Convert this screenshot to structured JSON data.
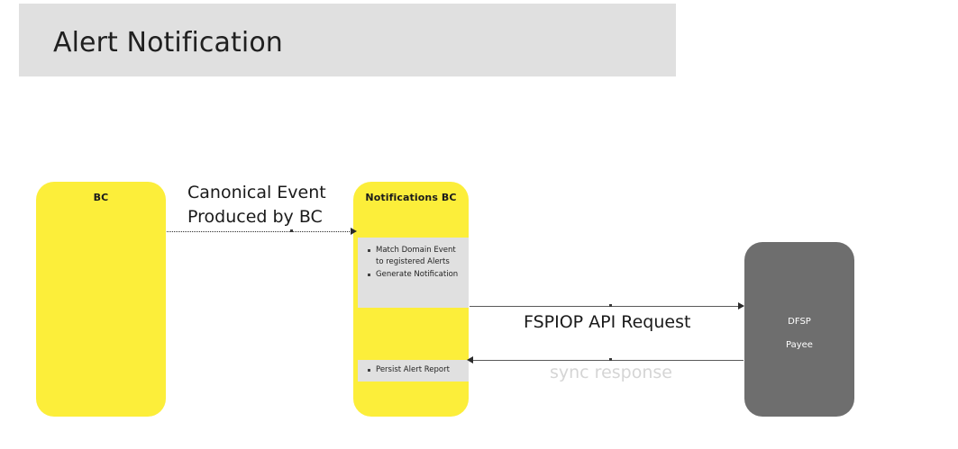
{
  "diagram": {
    "title": "Alert Notification",
    "nodes": [
      {
        "id": "bc",
        "label": "BC",
        "color": "#fcee3a"
      },
      {
        "id": "notifications-bc",
        "label": "Notifications BC",
        "color": "#fcee3a",
        "panels": [
          {
            "id": "match-panel",
            "items": [
              "Match Domain Event to registered Alerts",
              "Generate Notification"
            ]
          },
          {
            "id": "persist-panel",
            "items": [
              "Persist Alert Report"
            ]
          }
        ]
      },
      {
        "id": "dfsp-payee",
        "label_line1": "DFSP",
        "label_line2": "Payee",
        "color": "#6e6e6e"
      }
    ],
    "edges": [
      {
        "id": "canonical-event",
        "label_line1": "Canonical Event",
        "label_line2": "Produced by BC",
        "style": "dotted",
        "direction": "right"
      },
      {
        "id": "fspiop-api-request",
        "label": "FSPIOP API Request",
        "style": "solid",
        "direction": "right"
      },
      {
        "id": "sync-response",
        "label": "sync response",
        "style": "solid",
        "direction": "left",
        "label_color": "#d5d5d5"
      }
    ]
  }
}
